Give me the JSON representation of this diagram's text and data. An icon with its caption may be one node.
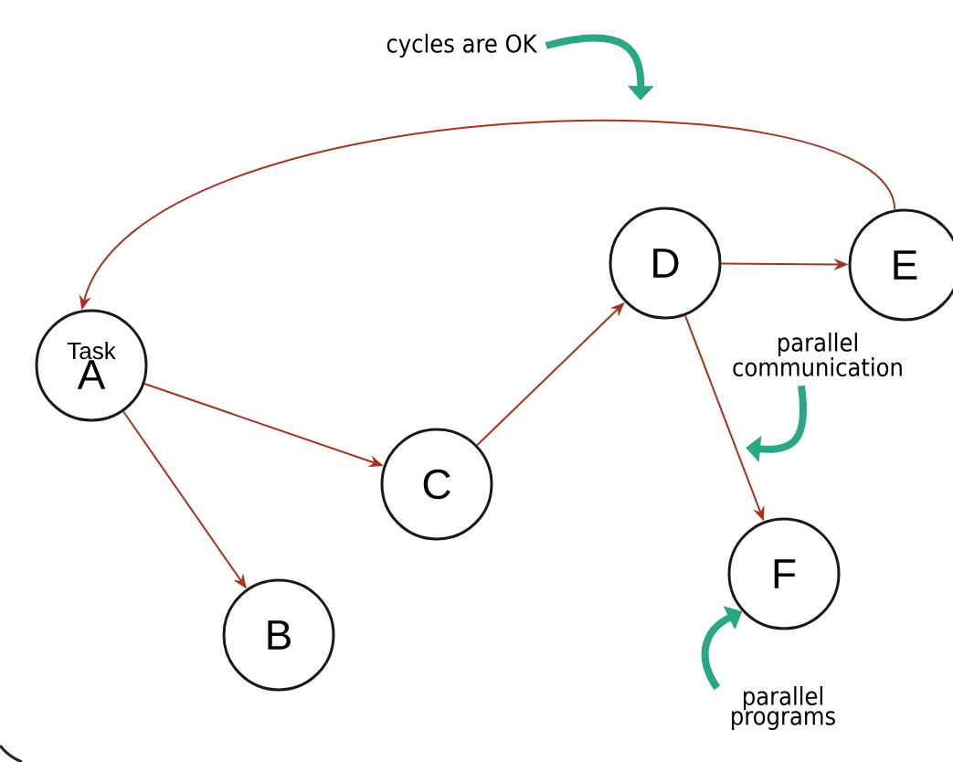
{
  "diagram": {
    "nodes": [
      {
        "text": [
          "Task",
          "A"
        ]
      },
      {
        "text": [
          "B"
        ]
      },
      {
        "text": [
          "C"
        ]
      },
      {
        "text": [
          "D"
        ]
      },
      {
        "text": [
          "E"
        ]
      },
      {
        "text": [
          "F"
        ]
      },
      {
        "text": [
          "cycles are OK"
        ]
      },
      {
        "text": [
          "parallel communication"
        ]
      },
      {
        "text": [
          "parallel programs"
        ]
      }
    ],
    "edges": [
      {
        "from": 0,
        "to": 2,
        "arrow": "to"
      },
      {
        "from": 0,
        "to": 1,
        "arrow": "to"
      },
      {
        "from": 2,
        "to": 3,
        "arrow": "to"
      },
      {
        "from": 3,
        "to": 4,
        "arrow": "to"
      },
      {
        "from": 3,
        "to": 5,
        "arrow": "to"
      },
      {
        "from": 4,
        "to": 0,
        "arrow": "to"
      },
      {
        "from": 6,
        "to": null,
        "arrow": "to",
        "style": "thick",
        "color": "#2aa784"
      },
      {
        "from": 7,
        "to": null,
        "arrow": "to",
        "style": "thick",
        "color": "#2aa784"
      },
      {
        "from": 8,
        "to": 5,
        "arrow": "to",
        "style": "thick",
        "color": "#2aa784"
      }
    ]
  }
}
